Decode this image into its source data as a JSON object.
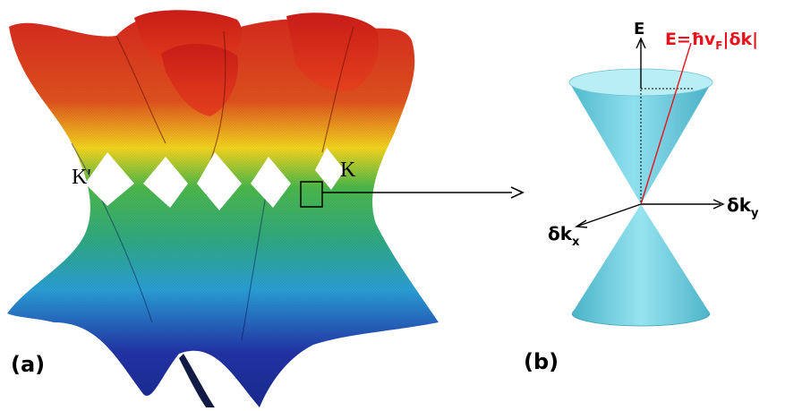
{
  "panel_a": {
    "label": "(a)",
    "point_k_prime": "K'",
    "point_k": "K"
  },
  "panel_b": {
    "label": "(b)",
    "axis_e": "E",
    "axis_kx": {
      "base": "δk",
      "sub": "x"
    },
    "axis_ky": {
      "base": "δk",
      "sub": "y"
    },
    "dispersion": {
      "prefix": "E=ħv",
      "sub": "F",
      "suffix": "|δk|"
    }
  },
  "colors": {
    "band_top": "#d7281f",
    "band_mid_top": "#f4d51f",
    "band_mid": "#4bb84a",
    "band_low": "#2a9fd6",
    "band_bottom": "#2233a6",
    "cone": "#7fd6e6",
    "cone_edge": "#2fa6bd",
    "dispersion_text": "#e8141c"
  }
}
